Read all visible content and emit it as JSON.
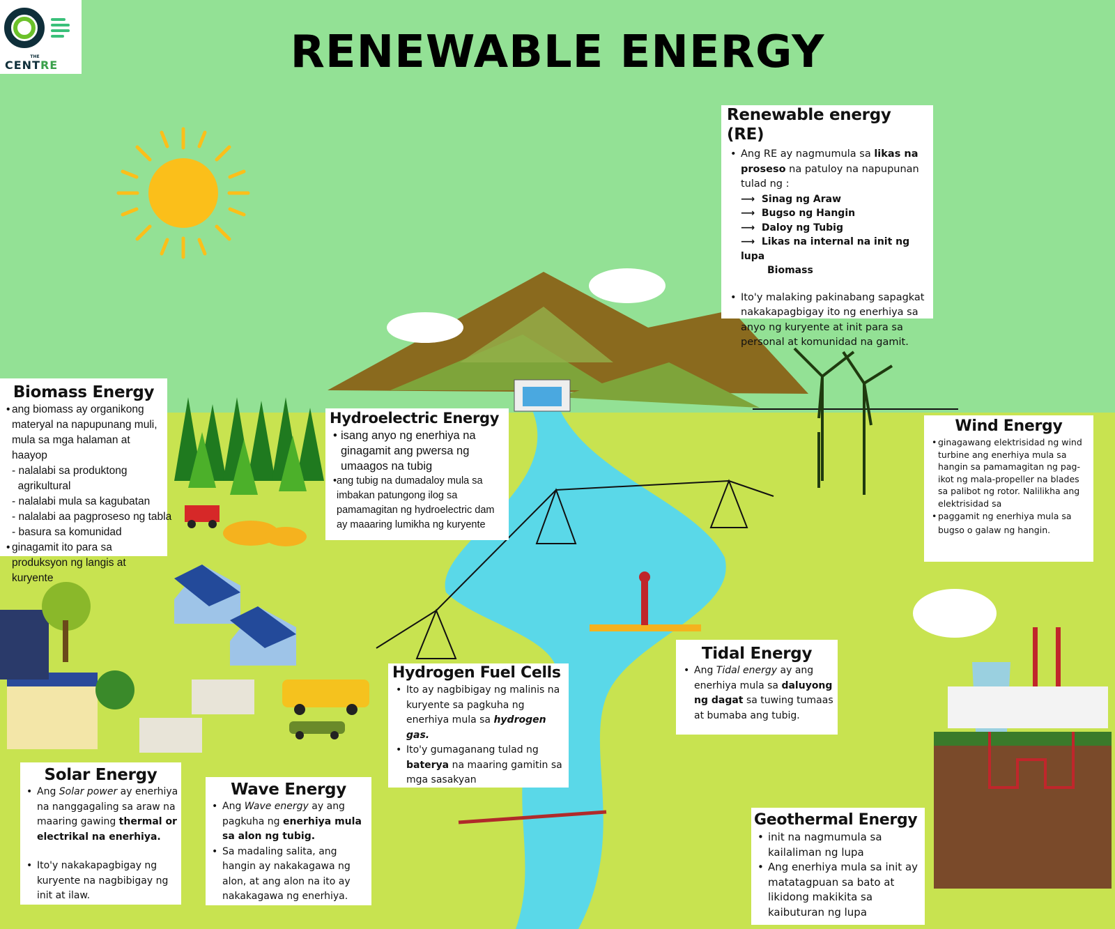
{
  "logo": {
    "small": "THE",
    "name_a": "CENT",
    "name_b": "RE"
  },
  "title": "RENEWABLE ENERGY",
  "re": {
    "heading": "Renewable energy (RE)",
    "p1": [
      "Ang RE ay nagmumula sa ",
      "likas na proseso",
      " na patuloy na napupunan tulad ng :"
    ],
    "sources": [
      "Sinag ng Araw",
      "Bugso ng Hangin",
      "Daloy ng Tubig",
      "Likas na internal  na init ng lupa",
      "Biomass"
    ],
    "p2": "Ito'y malaking pakinabang sapagkat nakakapagbigay ito ng enerhiya sa anyo ng kuryente at init para sa personal at komunidad na gamit."
  },
  "biomass": {
    "heading": "Biomass Energy",
    "b1": "ang biomass ay organikong materyal na napupunang muli, mula sa mga halaman at haayop",
    "subs": [
      "- nalalabi sa produktong",
      "  agrikultural",
      "- nalalabi mula sa kagubatan",
      "- nalalabi aa pagproseso ng tabla",
      "- basura sa komunidad"
    ],
    "b2": "ginagamit ito para sa produksyon ng langis at kuryente"
  },
  "hydro": {
    "heading": "Hydroelectric  Energy",
    "b1": "isang anyo ng enerhiya na ginagamit ang pwersa ng umaagos na tubig",
    "b2": "ang tubig na dumadaloy mula sa imbakan patungong ilog sa pamamagitan ng hydroelectric dam ay maaaring lumikha ng kuryente"
  },
  "wind": {
    "heading": "Wind Energy",
    "b1": "ginagawang elektrisidad ng wind turbine ang enerhiya mula sa hangin sa pamamagitan ng pag-ikot ng mala-propeller na blades sa palibot ng rotor. Nalilikha ang elektrisidad sa",
    "b2": "paggamit ng enerhiya mula sa bugso o galaw ng hangin."
  },
  "hydrogen": {
    "heading": "Hydrogen Fuel Cells",
    "b1": [
      "Ito ay nagbibigay ng malinis na kuryente sa pagkuha ng enerhiya mula sa  ",
      "hydrogen gas."
    ],
    "b2": [
      " Ito'y gumaganang tulad ng ",
      "baterya",
      " na maaring gamitin sa mga sasakyan"
    ]
  },
  "tidal": {
    "heading": "Tidal Energy",
    "b1": [
      "Ang ",
      "Tidal energy",
      " ay ang enerhiya mula sa ",
      "daluyong ng dagat",
      " sa tuwing tumaas at bumaba ang tubig."
    ]
  },
  "solar": {
    "heading": "Solar Energy",
    "b1": [
      "Ang ",
      "Solar power",
      " ay enerhiya na nanggagaling sa araw na maaring gawing ",
      "thermal or electrikal na enerhiya."
    ],
    "b2": " Ito'y nakakapagbigay ng kuryente na nagbibigay ng init at ilaw."
  },
  "wave": {
    "heading": "Wave Energy",
    "b1": [
      " Ang ",
      "Wave energy",
      " ay ang pagkuha ng ",
      "enerhiya mula sa alon ng tubig."
    ],
    "b2": " Sa madaling salita, ang hangin ay nakakagawa ng alon, at ang alon na ito ay nakakagawa ng enerhiya."
  },
  "geo": {
    "heading": "Geothermal Energy",
    "b1": "init na nagmumula sa kailaliman ng lupa",
    "b2": "Ang enerhiya mula sa init ay matatagpuan sa bato at likidong makikita sa kaibuturan ng lupa"
  },
  "colors": {
    "sky": "#93e195",
    "ground": "#c8e350",
    "river": "#5ad8e8",
    "sun": "#fbbf1a"
  }
}
